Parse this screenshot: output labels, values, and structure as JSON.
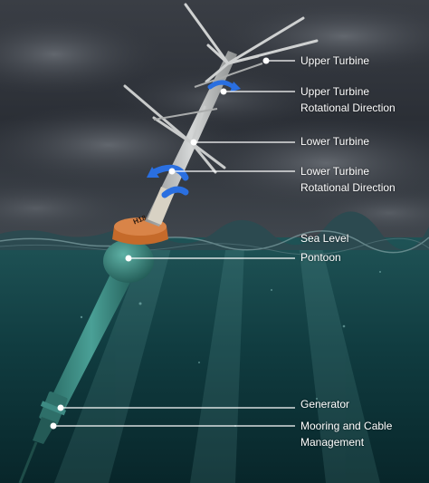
{
  "diagram": {
    "callouts": [
      {
        "id": "upper-turbine",
        "lines": [
          "Upper Turbine"
        ]
      },
      {
        "id": "upper-turbine-rotational-direction",
        "lines": [
          "Upper Turbine",
          "Rotational Direction"
        ]
      },
      {
        "id": "lower-turbine",
        "lines": [
          "Lower Turbine"
        ]
      },
      {
        "id": "lower-turbine-rotational-direction",
        "lines": [
          "Lower Turbine",
          "Rotational Direction"
        ]
      },
      {
        "id": "sea-level",
        "lines": [
          "Sea Level"
        ]
      },
      {
        "id": "pontoon",
        "lines": [
          "Pontoon"
        ]
      },
      {
        "id": "generator",
        "lines": [
          "Generator"
        ]
      },
      {
        "id": "mooring-and-cable-management",
        "lines": [
          "Mooring and Cable",
          "Management"
        ]
      }
    ],
    "pontoon_marking": "H18",
    "colors": {
      "sky": "#2b2f36",
      "sea_surface": "#1e3a40",
      "underwater": "#0f3438",
      "tower": "#b7b9b9",
      "pontoon_orange": "#c56a2a",
      "float_green": "#3f8f86",
      "rotation_arrow": "#2a6fe0",
      "callout_line": "#ffffff"
    }
  }
}
